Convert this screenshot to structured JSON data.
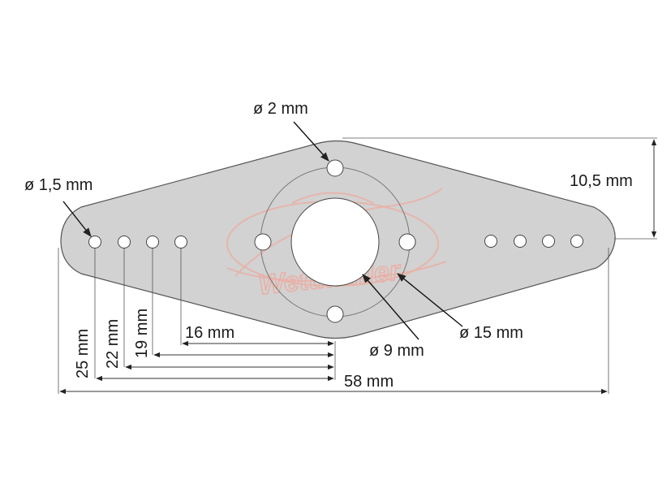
{
  "labels": {
    "d_small_hole": "ø 1,5 mm",
    "d_top_hole": "ø 2 mm",
    "d_center": "ø 9 mm",
    "d_ring": "ø 15 mm",
    "height": "10,5 mm",
    "dist_16": "16 mm",
    "dist_19": "19 mm",
    "dist_22": "22 mm",
    "dist_25": "25 mm",
    "total_length": "58 mm"
  },
  "watermark": {
    "logo_text": "Wettmuller",
    "color": "#e9b0a6"
  },
  "colors": {
    "plate_fill": "#d2d2d2",
    "plate_stroke": "#555555",
    "hole_fill": "#ffffff"
  }
}
